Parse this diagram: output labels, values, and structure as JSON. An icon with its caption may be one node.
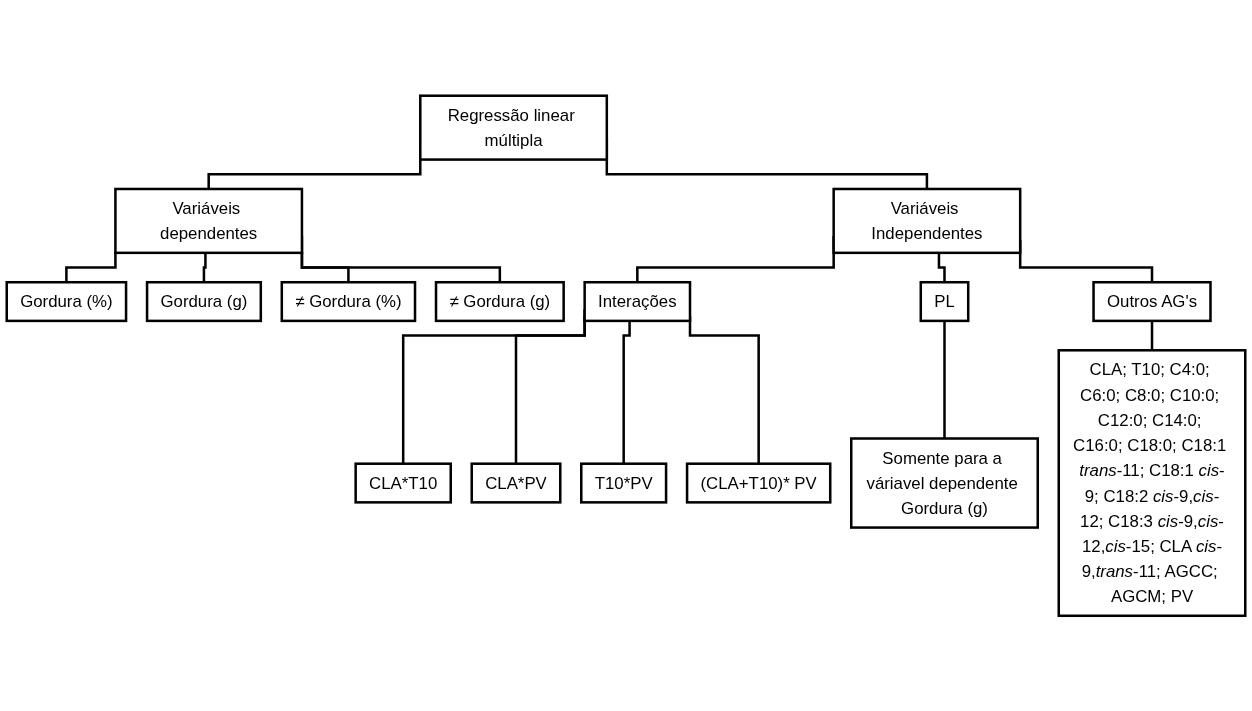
{
  "diagram": {
    "nodes": [
      {
        "text": [
          "Regressão linear múltipla"
        ]
      },
      {
        "text": [
          "Variáveis dependentes"
        ]
      },
      {
        "text": [
          "Gordura (%)"
        ]
      },
      {
        "text": [
          "Gordura (g)"
        ]
      },
      {
        "text": [
          "≠ Gordura (%)"
        ]
      },
      {
        "text": [
          "≠ Gordura (g)"
        ]
      },
      {
        "text": [
          "Variáveis Independentes"
        ]
      },
      {
        "text": [
          "Interações"
        ]
      },
      {
        "text": [
          "CLA*T10"
        ]
      },
      {
        "text": [
          "CLA*PV"
        ]
      },
      {
        "text": [
          "T10*PV"
        ]
      },
      {
        "text": [
          "(CLA+T10)* PV"
        ]
      },
      {
        "text": [
          "PL"
        ]
      },
      {
        "text": [
          "Somente para a váriavel dependente Gordura (g)"
        ]
      },
      {
        "text": [
          "Outros AG's"
        ]
      },
      {
        "text": [
          "CLA; T10; C4:0; C6:0; C8:0; C10:0; C12:0; C14:0; C16:0; C18:0; C18:1 *trans*-11; C18:1 *cis*-9; C18:2 *cis*-9,*cis*-12; C18:3 *cis*-9,*cis*-12,*cis*-15; CLA *cis*-9,*trans*-11; AGCC; AGCM; PV"
        ]
      }
    ],
    "edges": [
      {
        "from": 0,
        "to": 1,
        "arrow": "none"
      },
      {
        "from": 0,
        "to": 6,
        "arrow": "none"
      },
      {
        "from": 1,
        "to": 2,
        "arrow": "none"
      },
      {
        "from": 1,
        "to": 3,
        "arrow": "none"
      },
      {
        "from": 1,
        "to": 4,
        "arrow": "none"
      },
      {
        "from": 1,
        "to": 5,
        "arrow": "none"
      },
      {
        "from": 6,
        "to": 7,
        "arrow": "none"
      },
      {
        "from": 6,
        "to": 12,
        "arrow": "none"
      },
      {
        "from": 6,
        "to": 14,
        "arrow": "none"
      },
      {
        "from": 7,
        "to": 8,
        "arrow": "none"
      },
      {
        "from": 7,
        "to": 9,
        "arrow": "none"
      },
      {
        "from": 7,
        "to": 10,
        "arrow": "none"
      },
      {
        "from": 7,
        "to": 11,
        "arrow": "none"
      },
      {
        "from": 12,
        "to": 13,
        "arrow": "none"
      },
      {
        "from": 14,
        "to": 15,
        "arrow": "none"
      }
    ]
  }
}
